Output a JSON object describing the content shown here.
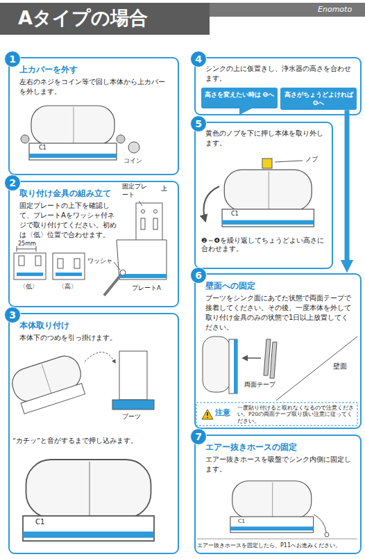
{
  "diagram": {
    "title": "Aタイプの場合",
    "nodes": [
      {
        "text": [
          "1",
          "上カバーを外す",
          "左右のネジをコイン等で回し本体から上カバーを外します。"
        ]
      },
      {
        "text": [
          "2",
          "取り付け金具の組み立て",
          "固定プレートの上下を確認して、プレートAをワッシャ付ネジで取り付けてください。初めは〈低〉位置で合わせます。"
        ]
      },
      {
        "text": [
          "3",
          "本体取り付け",
          "本体下のつめを引っ掛けます。"
        ]
      },
      {
        "text": [
          "4",
          "シンクの上に仮置きし、浄水器の高さを合わせます。"
        ]
      },
      {
        "text": [
          "高さを変えたい時は ❺へ"
        ],
        "in": 3
      },
      {
        "text": [
          "高さがちょうどよければ ❻へ"
        ],
        "in": 3
      },
      {
        "text": [
          "5",
          "黄色のノブを下に押し本体を取り外します。"
        ]
      },
      {
        "text": [
          "6",
          "壁面への固定",
          "ブーツをシンク面にあてた状態で両面テープで接着してください。その後、一度本体を外して取り付け金具のみの状態で1日以上放置してください。"
        ]
      },
      {
        "text": [
          "7",
          "エアー抜きホースの固定",
          "エアー抜きホースを吸盤でシンク内側に固定します。"
        ]
      }
    ],
    "edges": [
      {
        "from": 4,
        "to": 6,
        "arrow": "to"
      },
      {
        "from": 5,
        "to": 7,
        "arrow": "to"
      }
    ],
    "labels": [
      "Enomoto",
      "コイン",
      "固定プレート",
      "上",
      "25mm",
      "〈低〉",
      "〈高〉",
      "ワッシャ",
      "プレートA",
      "ブーツ",
      "“カチッ”と音がするまで押し込みます。",
      "ノブ",
      "❷～❹を繰り返してちょうどよい高さに合わせます。",
      "壁面",
      "両面テープ",
      "注意",
      "一度貼り付けると取れなくなるので注意ください。P20の両面テープ取り扱い注意に従ってください。",
      "エアー抜きホースを固定したら、P11へお進みください。",
      "C1",
      "C1",
      "C1",
      "C1"
    ]
  }
}
